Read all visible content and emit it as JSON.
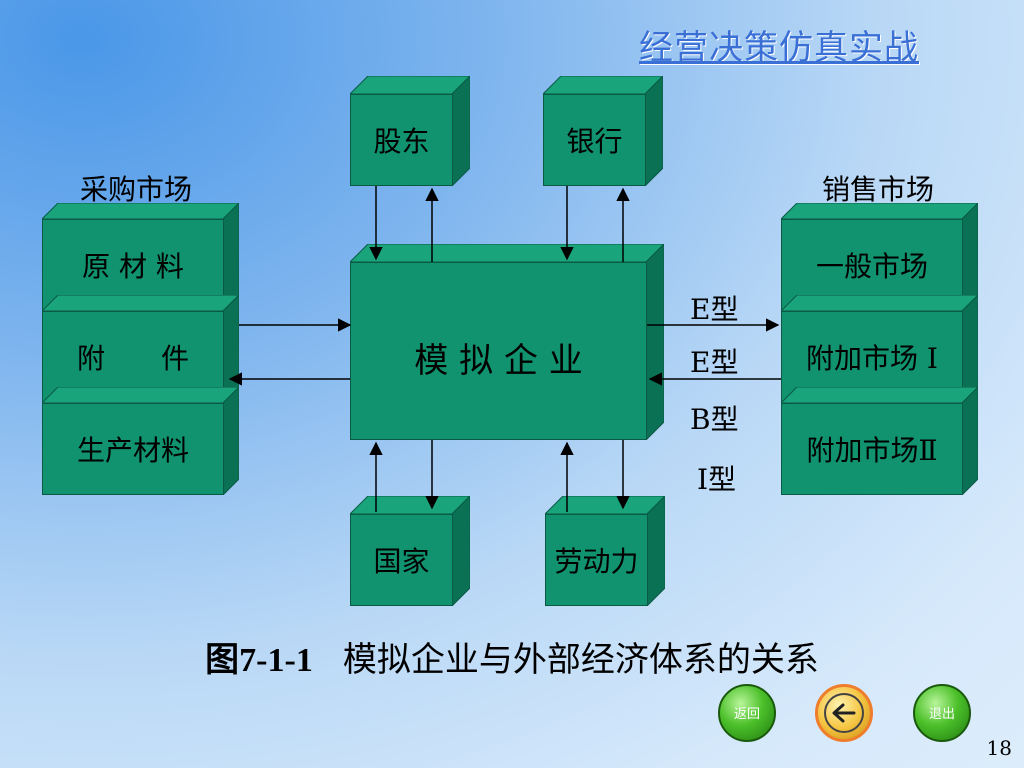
{
  "title": "经营决策仿真实战",
  "labels": {
    "procurement": "采购市场",
    "sales": "销售市场"
  },
  "boxes": {
    "shareholders": "股东",
    "bank": "银行",
    "enterprise": "模 拟 企 业",
    "state": "国家",
    "labor": "劳动力",
    "raw_materials": "原 材 料",
    "parts": "附　　件",
    "production_materials": "生产材料",
    "general_market": "一般市场",
    "extra_market_1": "附加市场 I",
    "extra_market_2": "附加市场Ⅱ"
  },
  "types": [
    "E型",
    "E型",
    "B型",
    "I型"
  ],
  "caption": {
    "fig": "图7-1-1",
    "text": "模拟企业与外部经济体系的关系"
  },
  "nav": {
    "back_label": "返回",
    "exit_label": "退出"
  },
  "page_number": "18"
}
